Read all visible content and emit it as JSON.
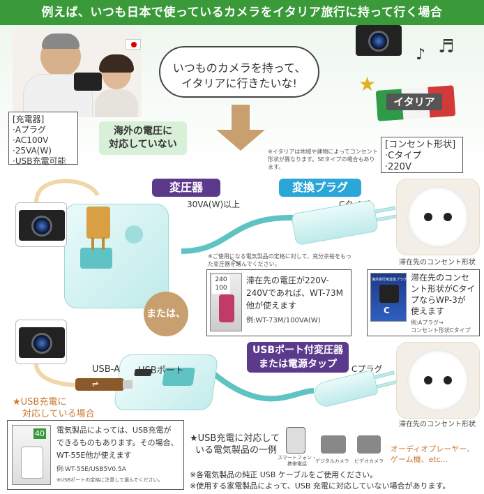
{
  "header": {
    "title": "例えば、いつも日本で使っているカメラをイタリア旅行に持って行く場合"
  },
  "speech": {
    "line1": "いつものカメラを持って、",
    "line2": "イタリアに行きたいな!"
  },
  "charger": {
    "title": "[充電器]",
    "items": [
      "·Aプラグ",
      "·AC100V",
      "·25VA(W)",
      "·USB充電可能"
    ]
  },
  "not_compatible": {
    "line1": "海外の電圧に",
    "line2": "対応していない"
  },
  "italy": {
    "label": "イタリア"
  },
  "outlet_info": {
    "title": "[コンセント形状]",
    "items": [
      "·Cタイプ",
      "·220V"
    ]
  },
  "italy_note": "※イタリアは地域や建物によってコンセント形状が異なります。SEタイプの場合もあります。",
  "transformer": {
    "label": "変圧器",
    "spec": "30VA(W)以上"
  },
  "plug_adapter": {
    "label": "変換プラグ",
    "type": "Cタイプ"
  },
  "transformer_note": "※ご使用になる電気製品の定格に対して、充分余裕をもった変圧器を選んでください。",
  "wt73m": {
    "pkg_top": "240",
    "pkg_bottom": "100",
    "line1": "滞在先の電圧が220V-",
    "line2": "240Vであれば、WT-73M",
    "line3": "他が使えます",
    "example": "例:WT-73M/100VA(W)"
  },
  "wp3": {
    "pkg_label": "海外旅行用変換プラグ",
    "pkg_letter": "C",
    "line1": "滞在先のコンセ",
    "line2": "ント形状がCタイ",
    "line3": "プならWP-3が",
    "line4": "使えます",
    "example1": "例:Aプラグ→",
    "example2": "コンセント形状Cタイプ"
  },
  "outlet_caption_top": "滞在先のコンセント形状",
  "outlet_caption_bottom": "滞在先のコンセント形状",
  "or_label": "または、",
  "usb_transformer": {
    "line1": "USBポート付変圧器",
    "line2": "または電源タップ"
  },
  "usb_a_label": "USB-A",
  "usb_port_label": "USBポート",
  "c_plug_label": "Cプラグ",
  "usb_charge": {
    "line1": "★USB充電に",
    "line2": "対応している場合"
  },
  "wt55e": {
    "pkg_top": "40",
    "line1": "電気製品によっては、USB充電が",
    "line2": "できるものもあります。その場合、",
    "line3": "WT-55E他が使えます",
    "example": "例:WT-55E/USB5V0.5A",
    "note": "※USBポートの定格に注意して選んでください。"
  },
  "usb_devices": {
    "line1": "★USB充電に対応して",
    "line2": "いる電気製品の一例",
    "smartphone": "スマートフォン・携帯電話",
    "digicam": "デジタルカメラ",
    "videocam": "ビデオカメラ",
    "others1": "オーディオプレーヤー、",
    "others2": "ゲーム機、etc..."
  },
  "footer": {
    "line1": "※各電気製品の純正 USB ケーブルをご使用ください。",
    "line2": "※使用する家電製品によって、USB 充電に対応していない場合があります。"
  },
  "colors": {
    "header": "#3a9a3a",
    "purple": "#5b3a8c",
    "blue": "#2aa6d8",
    "cable": "#5fc3c3",
    "arrow": "#c8a070"
  }
}
